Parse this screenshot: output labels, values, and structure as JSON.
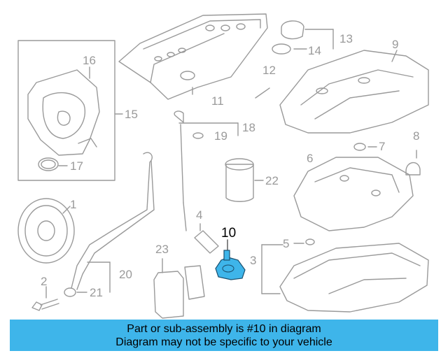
{
  "diagram": {
    "highlighted_part": "10",
    "highlight_color": "#3eb5ea",
    "line_color": "#9a9a9a",
    "callouts": [
      "1",
      "2",
      "3",
      "4",
      "5",
      "6",
      "7",
      "8",
      "9",
      "10",
      "11",
      "12",
      "13",
      "14",
      "15",
      "16",
      "17",
      "18",
      "19",
      "20",
      "21",
      "22",
      "23"
    ]
  },
  "banner": {
    "line1": "Part or sub-assembly is #10 in diagram",
    "line2": "Diagram may not be specific to your vehicle"
  }
}
